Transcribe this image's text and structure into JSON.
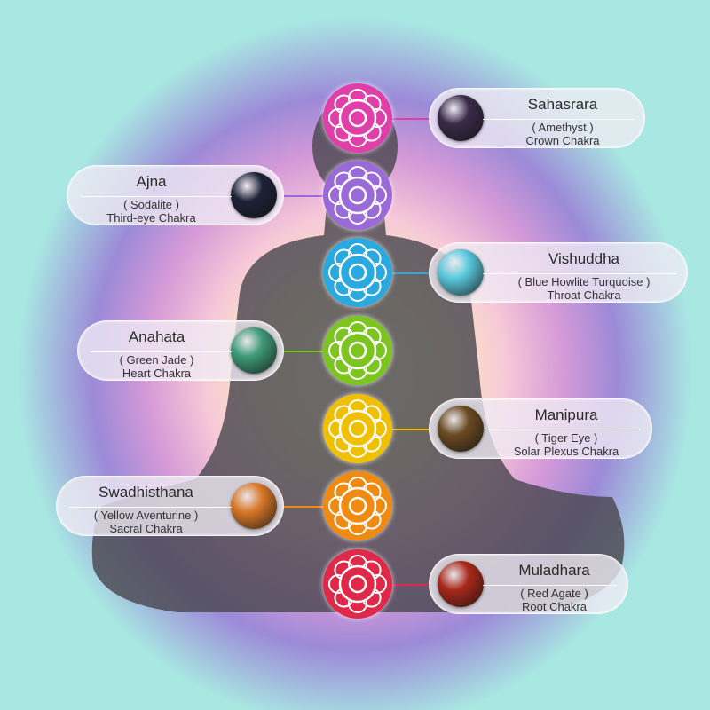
{
  "chakras": [
    {
      "name": "Sahasrara",
      "stone": "( Amethyst )",
      "chakra": "Crown Chakra",
      "color": "#e03ea8",
      "stone_color": "#3a2a48",
      "side": "right"
    },
    {
      "name": "Ajna",
      "stone": "( Sodalite )",
      "chakra": "Third-eye Chakra",
      "color": "#9a6ad8",
      "stone_color": "#1c2236",
      "side": "left"
    },
    {
      "name": "Vishuddha",
      "stone": "( Blue Howlite Turquoise )",
      "chakra": "Throat Chakra",
      "color": "#2aa8e0",
      "stone_color": "#5ac8dc",
      "side": "right"
    },
    {
      "name": "Anahata",
      "stone": "( Green Jade )",
      "chakra": "Heart Chakra",
      "color": "#7cc520",
      "stone_color": "#3e9a78",
      "side": "left"
    },
    {
      "name": "Manipura",
      "stone": "( Tiger Eye )",
      "chakra": "Solar Plexus Chakra",
      "color": "#f0c000",
      "stone_color": "#6a4a22",
      "side": "right"
    },
    {
      "name": "Swadhisthana",
      "stone": "( Yellow Aventurine )",
      "chakra": "Sacral Chakra",
      "color": "#f08a10",
      "stone_color": "#d87828",
      "side": "left"
    },
    {
      "name": "Muladhara",
      "stone": "( Red Agate )",
      "chakra": "Root Chakra",
      "color": "#e02848",
      "stone_color": "#a82818",
      "side": "right"
    }
  ]
}
